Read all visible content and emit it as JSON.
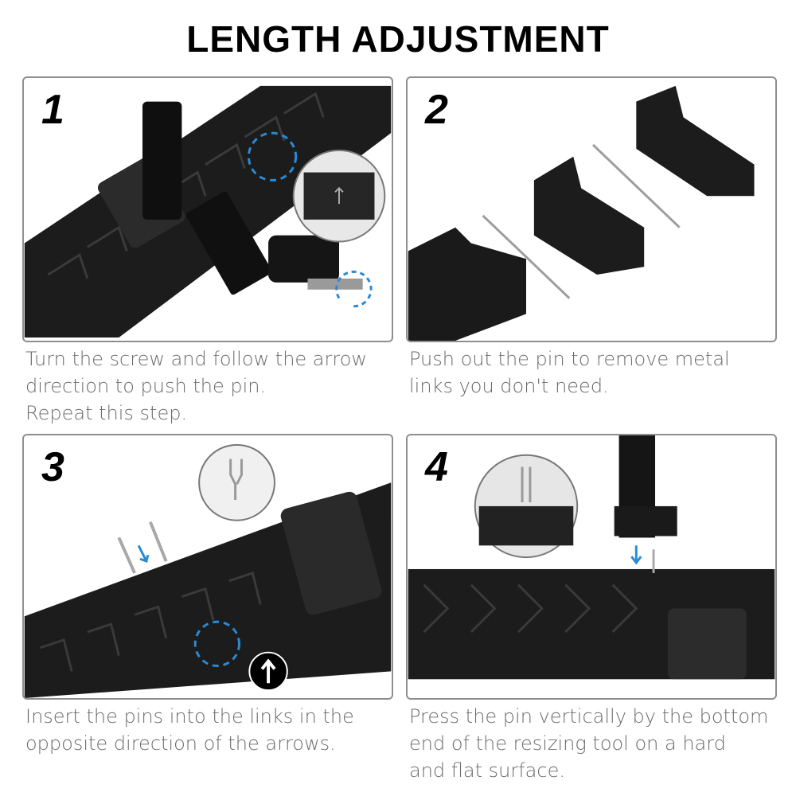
{
  "title": "LENGTH ADJUSTMENT",
  "steps": [
    {
      "number": "1",
      "caption_lines": [
        "Turn the screw and follow the arrow",
        "direction to push the pin.",
        "Repeat this step."
      ]
    },
    {
      "number": "2",
      "caption_lines": [
        "Push out the pin to remove metal",
        "links you don't need."
      ]
    },
    {
      "number": "3",
      "caption_lines": [
        "Insert the pins into the links in the",
        "opposite direction of the arrows."
      ]
    },
    {
      "number": "4",
      "caption_lines": [
        "Press the pin vertically by the bottom",
        "end of the resizing tool on a hard",
        "and flat surface."
      ]
    }
  ],
  "icons": [
    "band-illustration",
    "pin-tool-icon",
    "arrow-up-icon",
    "zoom-inset-icon"
  ],
  "colors": {
    "band": "#1c1c1c",
    "accent": "#2a8ad6",
    "frame": "#8f8f8f",
    "caption": "#6b6b6b"
  }
}
